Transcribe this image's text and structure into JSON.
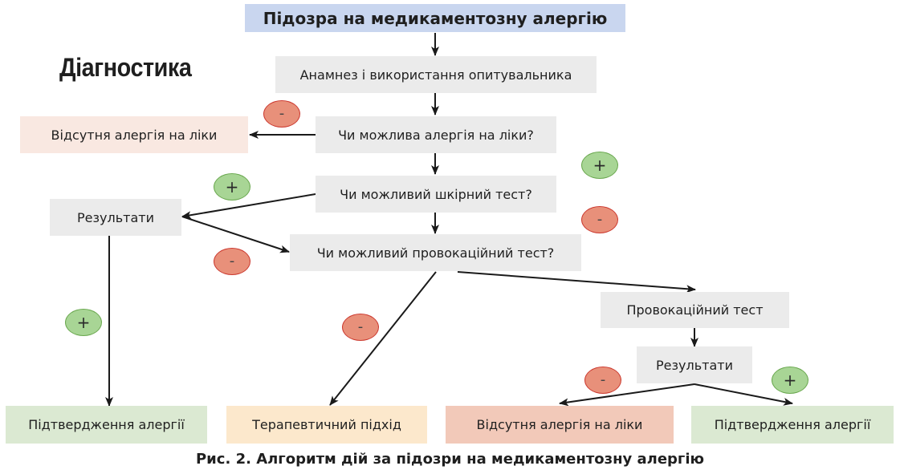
{
  "header": {
    "title": "Підозра на медикаментозну алергію",
    "section_title": "Діагностика"
  },
  "nodes": {
    "anamnesis": "Анамнез і використання опитувальника",
    "q_allergy_possible": "Чи можлива алергія на ліки?",
    "no_allergy_top": "Відсутня алергія на ліки",
    "q_skin_test": "Чи можливий шкірний тест?",
    "results_left": "Результати",
    "q_provocation": "Чи можливий провокаційний тест?",
    "provocation_test": "Провокаційний тест",
    "results_right": "Результати",
    "confirmed_left": "Підтвердження алергії",
    "therapeutic": "Терапевтичний підхід",
    "no_allergy_bottom": "Відсутня алергія на ліки",
    "confirmed_right": "Підтвердження алергії"
  },
  "badges": {
    "plus": "+",
    "minus": "-"
  },
  "caption": "Рис. 2. Алгоритм дій за підозри на медикаментозну алергію",
  "colors": {
    "title_box": "#c9d6ef",
    "process_box": "#ebebeb",
    "no_allergy_light": "#f9e8e1",
    "no_allergy": "#f2c9b9",
    "confirmed": "#dbe9d2",
    "therapeutic": "#fce8cc",
    "plus_badge": "#a8d595",
    "minus_badge": "#e8907a"
  }
}
